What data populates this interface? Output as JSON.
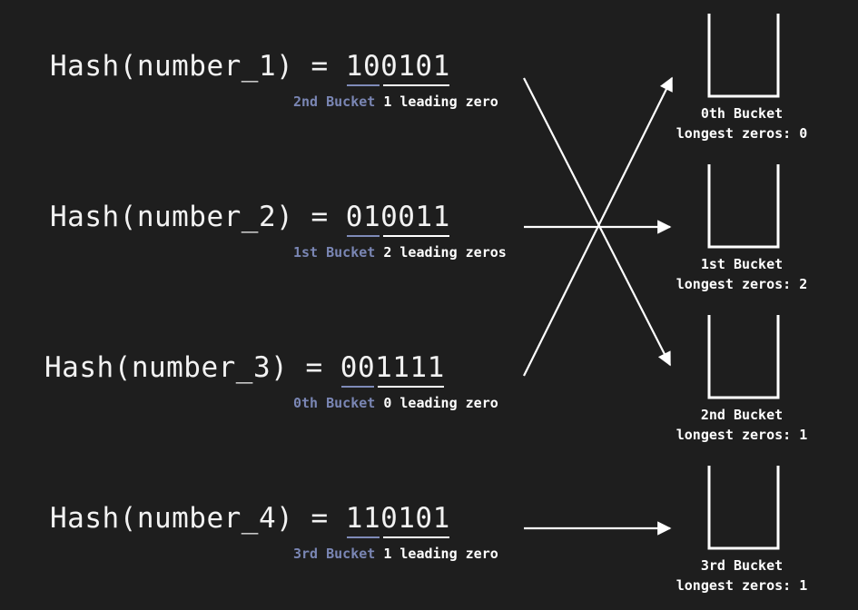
{
  "colors": {
    "background": "#1e1e1e",
    "text": "#f2f2f2",
    "bucket_ref": "#7a86b4",
    "underline_prefix": "#7f8bb8",
    "arrow": "#ffffff"
  },
  "hashes": [
    {
      "prefix": "Hash(number_1) = ",
      "bits_first": "10",
      "bits_rest": "0101",
      "bucket_ref": "2nd Bucket",
      "zeros_text": "1 leading zero"
    },
    {
      "prefix": "Hash(number_2) = ",
      "bits_first": "01",
      "bits_rest": "0011",
      "bucket_ref": "1st Bucket",
      "zeros_text": "2 leading zeros"
    },
    {
      "prefix": "Hash(number_3) = ",
      "bits_first": "00",
      "bits_rest": "1111",
      "bucket_ref": "0th Bucket",
      "zeros_text": "0 leading zero"
    },
    {
      "prefix": "Hash(number_4) = ",
      "bits_first": "11",
      "bits_rest": "0101",
      "bucket_ref": "3rd Bucket",
      "zeros_text": "1 leading zero"
    }
  ],
  "buckets": [
    {
      "name": "0th Bucket",
      "stat": "longest zeros: 0"
    },
    {
      "name": "1st Bucket",
      "stat": "longest zeros: 2"
    },
    {
      "name": "2nd Bucket",
      "stat": "longest zeros: 1"
    },
    {
      "name": "3rd Bucket",
      "stat": "longest zeros: 1"
    }
  ],
  "arrows": [
    {
      "from_hash": 1,
      "to_bucket": 2
    },
    {
      "from_hash": 2,
      "to_bucket": 1
    },
    {
      "from_hash": 3,
      "to_bucket": 0
    },
    {
      "from_hash": 4,
      "to_bucket": 3
    }
  ]
}
